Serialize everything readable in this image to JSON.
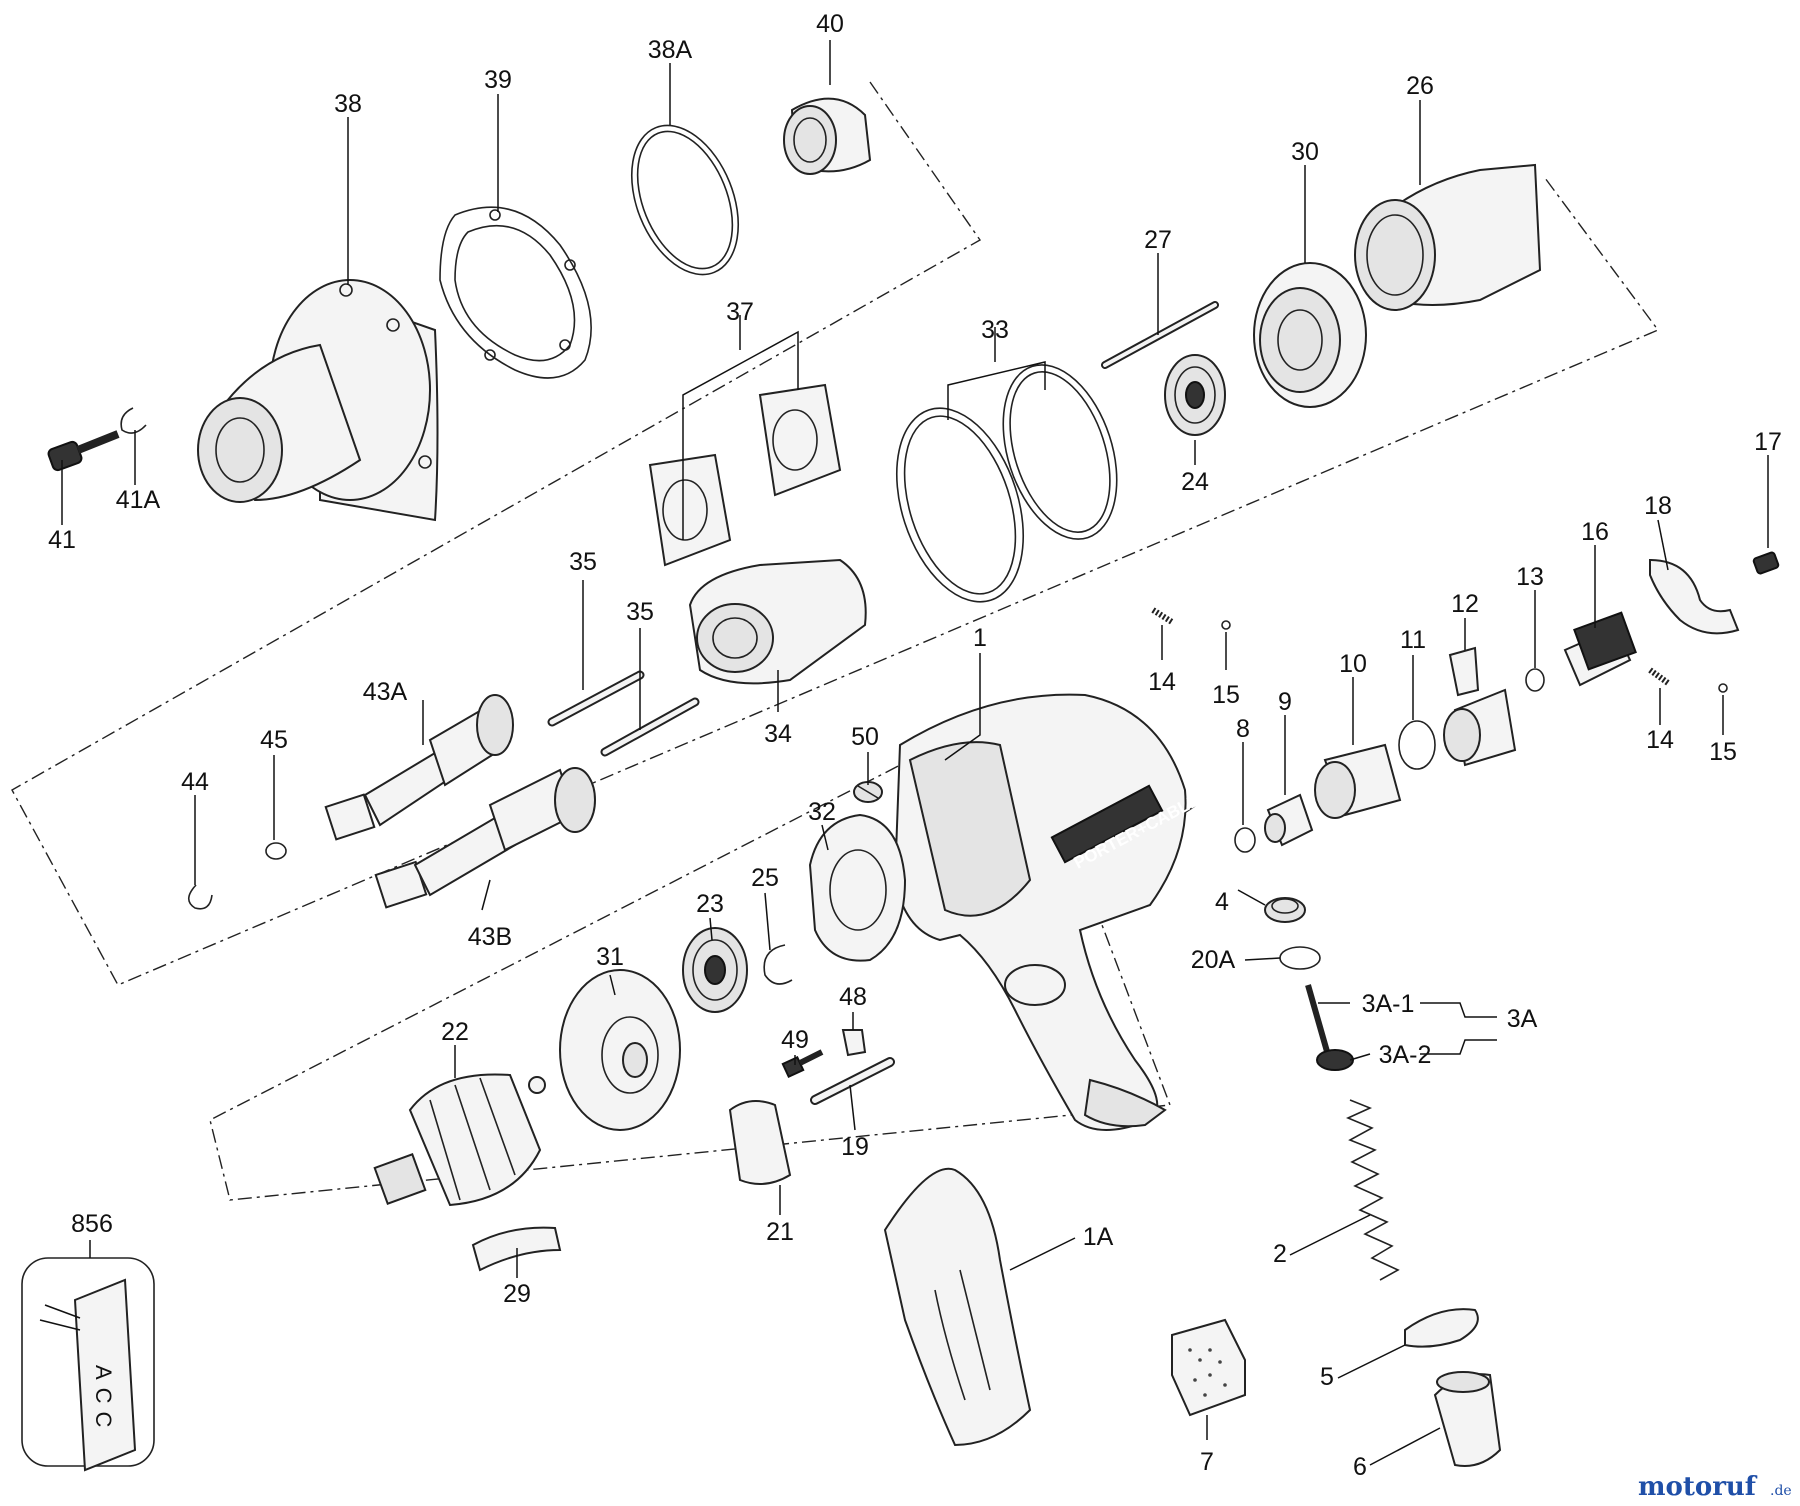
{
  "labels": {
    "p38": "38",
    "p39": "39",
    "p38a": "38A",
    "p40": "40",
    "p26": "26",
    "p30": "30",
    "p27": "27",
    "p33": "33",
    "p37": "37",
    "p24": "24",
    "p41": "41",
    "p41a": "41A",
    "p17": "17",
    "p18": "18",
    "p16": "16",
    "p13": "13",
    "p12": "12",
    "p11": "11",
    "p10": "10",
    "p9": "9",
    "p8": "8",
    "p14a": "14",
    "p15a": "15",
    "p14b": "14",
    "p15b": "15",
    "p35a": "35",
    "p35b": "35",
    "p43a": "43A",
    "p45": "45",
    "p44": "44",
    "p34": "34",
    "p1": "1",
    "p50": "50",
    "p32": "32",
    "p43b": "43B",
    "p25": "25",
    "p23": "23",
    "p31": "31",
    "p4": "4",
    "p20a": "20A",
    "p3a1": "3A-1",
    "p3a2": "3A-2",
    "p3a": "3A",
    "p49": "49",
    "p48": "48",
    "p22": "22",
    "p19": "19",
    "p21": "21",
    "p1a": "1A",
    "p2": "2",
    "p856": "856",
    "p29": "29",
    "p5": "5",
    "p7": "7",
    "p6": "6"
  },
  "brand_mark": "PORTER+CABLE",
  "tag_text": "ACC",
  "watermark": {
    "main": "motoruf",
    "suffix": ".de"
  }
}
